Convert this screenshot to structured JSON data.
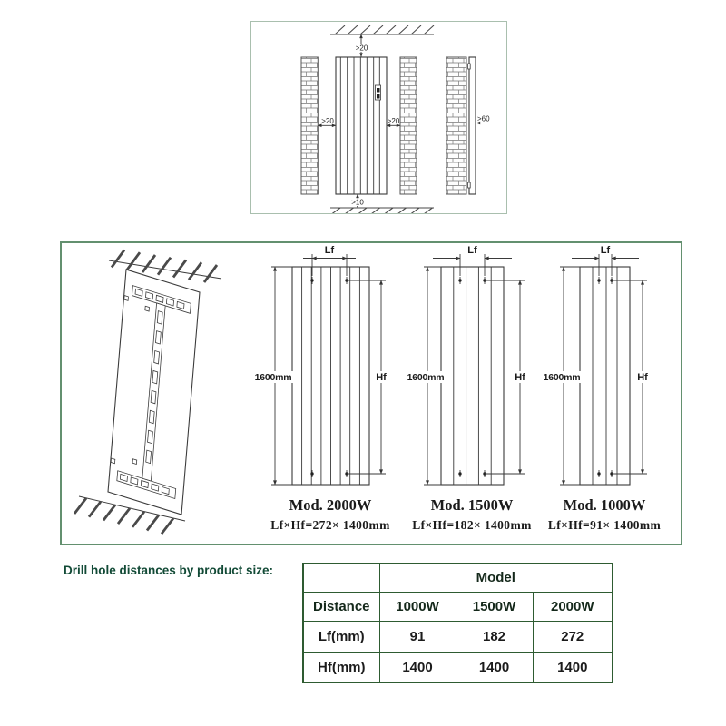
{
  "colors": {
    "outer_box_border": "#a9bfae",
    "main_box_border": "#63906f",
    "table_border": "#2e5b31",
    "caption_text": "#124a36",
    "drawing_line": "#3a3a3a"
  },
  "top_diagram": {
    "ceiling_clearance": ">20",
    "left_clearance": ">20",
    "right_clearance": ">20",
    "floor_clearance": ">10",
    "side_wall_clearance": ">60"
  },
  "models": [
    {
      "name": "Mod. 2000W",
      "formula": "Lf×Hf=272× 1400mm",
      "height_label": "1600mm",
      "lf_label": "Lf",
      "hf_label": "Hf"
    },
    {
      "name": "Mod. 1500W",
      "formula": "Lf×Hf=182× 1400mm",
      "height_label": "1600mm",
      "lf_label": "Lf",
      "hf_label": "Hf"
    },
    {
      "name": "Mod. 1000W",
      "formula": "Lf×Hf=91× 1400mm",
      "height_label": "1600mm",
      "lf_label": "Lf",
      "hf_label": "Hf"
    }
  ],
  "table": {
    "caption": "Drill hole distances by product size:",
    "model_header": "Model",
    "distance_header": "Distance",
    "model_columns": [
      "1000W",
      "1500W",
      "2000W"
    ],
    "rows": [
      {
        "label": "Lf(mm)",
        "values": [
          "91",
          "182",
          "272"
        ]
      },
      {
        "label": "Hf(mm)",
        "values": [
          "1400",
          "1400",
          "1400"
        ]
      }
    ]
  }
}
